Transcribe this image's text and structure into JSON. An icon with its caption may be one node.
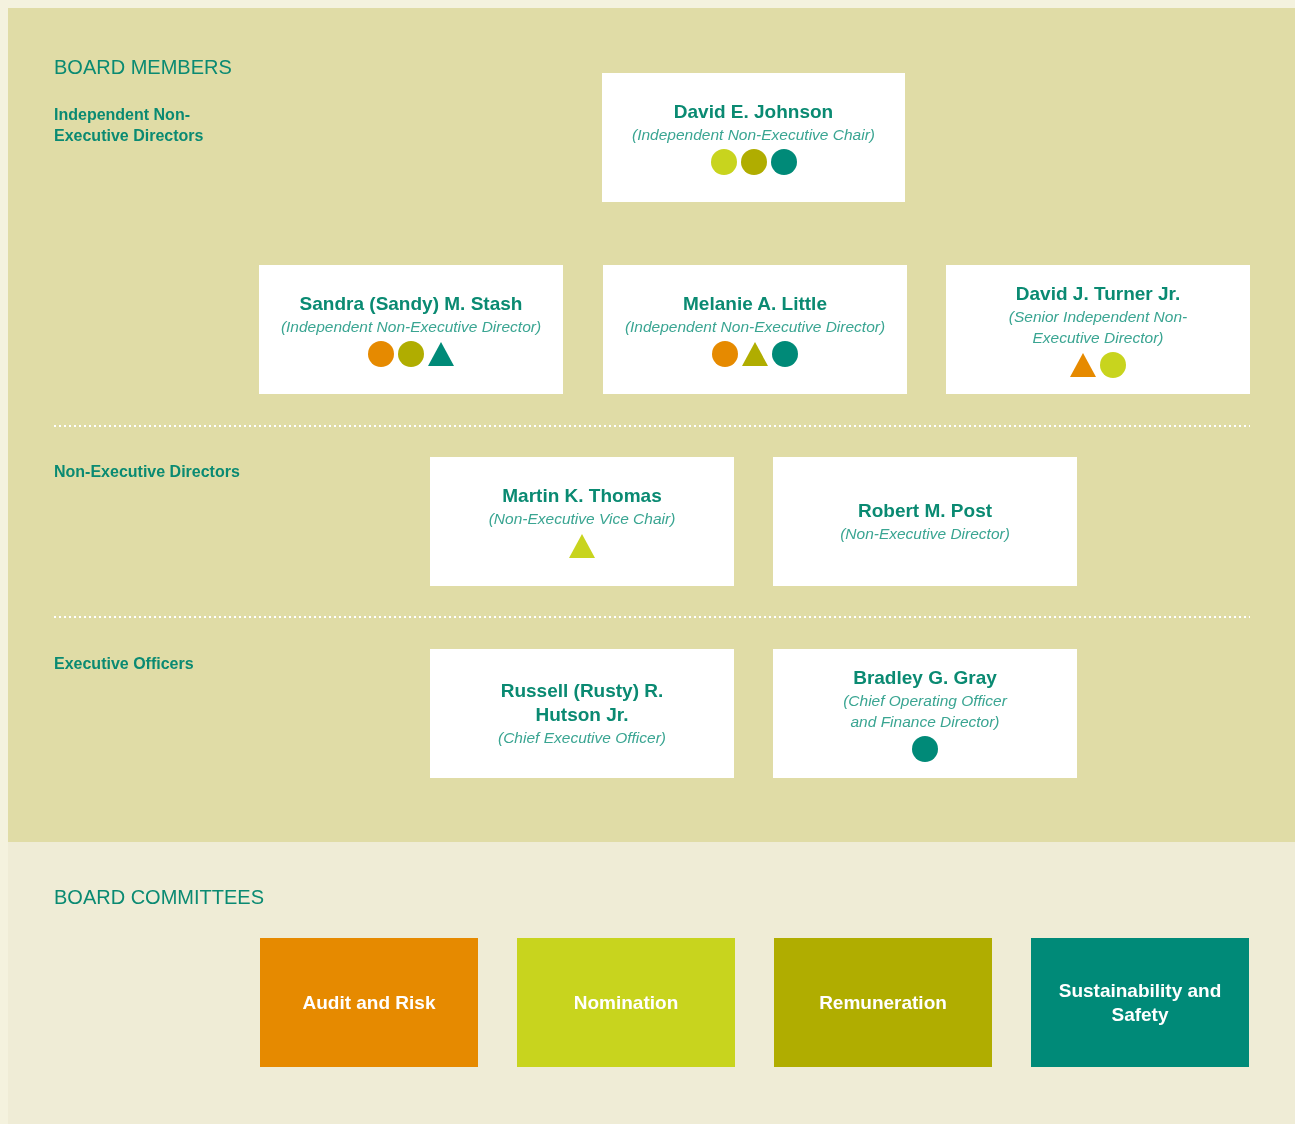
{
  "diagram": {
    "nodes": [
      {
        "text": [
          "BOARD MEMBERS"
        ]
      },
      {
        "text": [
          "David E. Johnson",
          "(Independent Non-Executive Chair)"
        ],
        "in": 0
      },
      {
        "text": [
          "Sandra (Sandy) M. Stash",
          "(Independent Non-Executive Director)"
        ],
        "in": 0
      },
      {
        "text": [
          "Melanie A. Little",
          "(Independent Non-Executive Director)"
        ],
        "in": 0
      },
      {
        "text": [
          "David J. Turner Jr.",
          "(Senior Independent Non-Executive Director)"
        ],
        "in": 0
      },
      {
        "text": [
          "Martin K. Thomas",
          "(Non-Executive Vice Chair)"
        ],
        "in": 0
      },
      {
        "text": [
          "Robert M. Post",
          "(Non-Executive Director)"
        ],
        "in": 0
      },
      {
        "text": [
          "Russell (Rusty) R. Hutson Jr.",
          "(Chief Executive Officer)"
        ],
        "in": 0
      },
      {
        "text": [
          "Bradley G. Gray",
          "(Chief Operating Officer and Finance Director)"
        ],
        "in": 0
      },
      {
        "text": [
          "BOARD COMMITTEES"
        ]
      },
      {
        "text": [
          "Audit and Risk"
        ],
        "in": 9
      },
      {
        "text": [
          "Nomination"
        ],
        "in": 9
      },
      {
        "text": [
          "Remuneration"
        ],
        "in": 9
      },
      {
        "text": [
          "Sustainability and Safety"
        ],
        "in": 9
      }
    ],
    "labels": [
      "Independent Non-Executive Directors",
      "Non-Executive Directors",
      "Executive Officers"
    ]
  }
}
